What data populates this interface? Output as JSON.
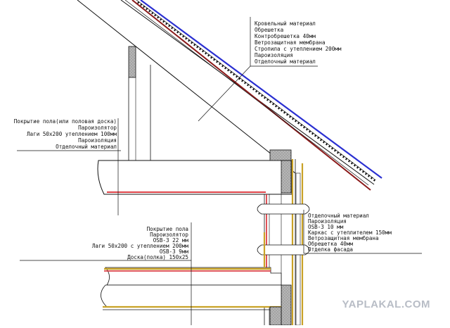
{
  "roof_callout": {
    "lines": [
      "Кровельный материал",
      "Обрешетка",
      "Контробрешетка 40мм",
      "Ветрозащитная мембрана",
      "Стропила с утеплением 200мм",
      "Пароизоляция",
      "Отделочный материал"
    ]
  },
  "attic_floor_callout": {
    "lines": [
      "Покрытие пола(или половая доска)",
      "Пароизолятор",
      "Лаги 50х200 утеплением 100мм",
      "Пароизоляция",
      "Отделочный материал"
    ]
  },
  "floor_callout": {
    "lines": [
      "Покрытие пола",
      "Пароизолятор",
      "OSB-3 22 мм",
      "Лаги 50х200 с утеплением 200мм",
      "OSB-3 9мм",
      "Доска(полка) 150х25"
    ]
  },
  "wall_callout": {
    "lines": [
      "Отделочный материал",
      "Пароизоляция",
      "OSB-3 10 мм",
      "Каркас с утеплителем 150мм",
      "Ветрозащитная мембрана",
      "Обрешетка 40мм",
      "Отделка фасада"
    ]
  },
  "watermark": "YAPLAKAL.COM",
  "colors": {
    "line": "#111111",
    "vapor_barrier": "#d9272e",
    "roofing": "#2a2fd1",
    "wind_membrane": "#8b1a1a",
    "osb": "#c9a227",
    "wall_block": "#9a9a9a"
  }
}
